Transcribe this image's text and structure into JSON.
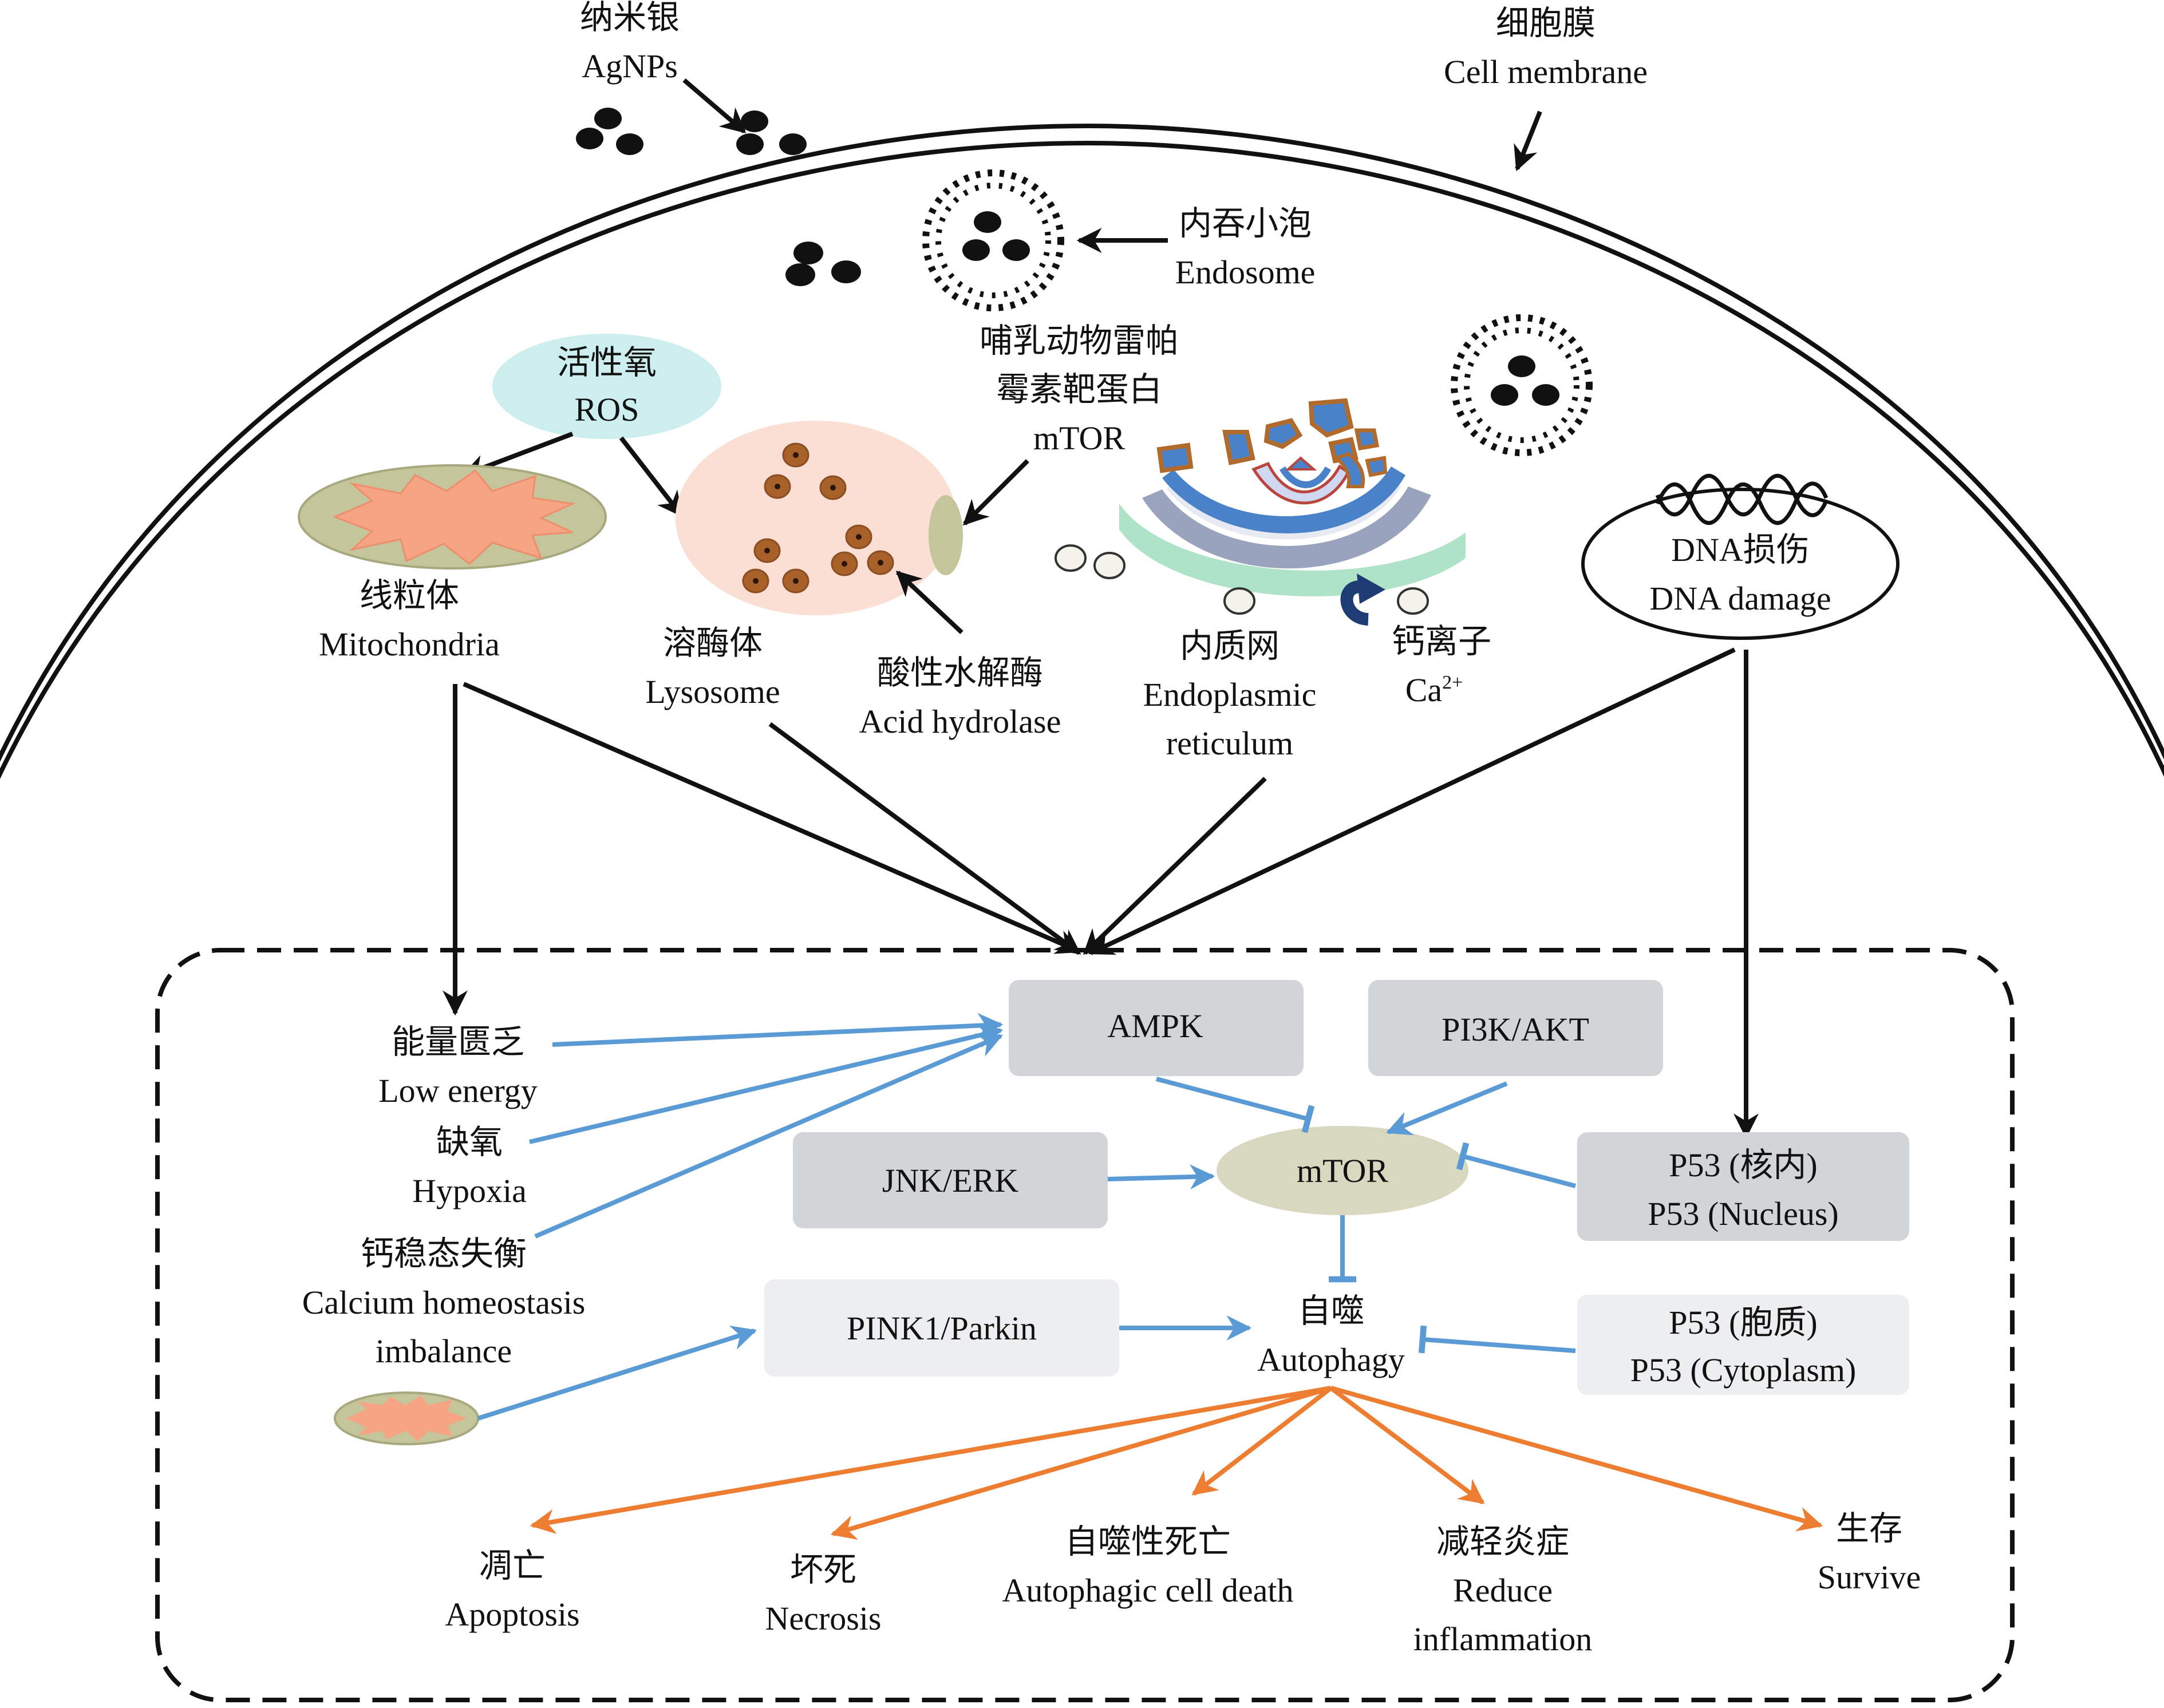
{
  "labels": {
    "agnps_cn": "纳米银",
    "agnps_en": "AgNPs",
    "membrane_cn": "细胞膜",
    "membrane_en": "Cell membrane",
    "endosome_cn": "内吞小泡",
    "endosome_en": "Endosome",
    "mtor_top_cn1": "哺乳动物雷帕",
    "mtor_top_cn2": "霉素靶蛋白",
    "mtor_top_en": "mTOR",
    "ros_cn": "活性氧",
    "ros_en": "ROS",
    "mito_cn": "线粒体",
    "mito_en": "Mitochondria",
    "lyso_cn": "溶酶体",
    "lyso_en": "Lysosome",
    "acid_cn": "酸性水解酶",
    "acid_en": "Acid hydrolase",
    "er_cn": "内质网",
    "er_en1": "Endoplasmic",
    "er_en2": "reticulum",
    "ca_cn": "钙离子",
    "ca_en": "Ca",
    "ca_sup": "2+",
    "dna_cn": "DNA损伤",
    "dna_en": "DNA damage",
    "low_energy_cn": "能量匮乏",
    "low_energy_en": "Low energy",
    "hypoxia_cn": "缺氧",
    "hypoxia_en": "Hypoxia",
    "calcium_cn": "钙稳态失衡",
    "calcium_en1": "Calcium homeostasis",
    "calcium_en2": "imbalance",
    "autophagy_cn": "自噬",
    "autophagy_en": "Autophagy",
    "apoptosis_cn": "凋亡",
    "apoptosis_en": "Apoptosis",
    "necrosis_cn": "坏死",
    "necrosis_en": "Necrosis",
    "acd_cn": "自噬性死亡",
    "acd_en": "Autophagic cell death",
    "inflam_cn": "减轻炎症",
    "inflam_en1": "Reduce",
    "inflam_en2": "inflammation",
    "survive_cn": "生存",
    "survive_en": "Survive"
  },
  "boxes": {
    "ampk": "AMPK",
    "pi3k": "PI3K/AKT",
    "jnk": "JNK/ERK",
    "mtor": "mTOR",
    "p53n_cn": "P53 (核内)",
    "p53n_en": "P53 (Nucleus)",
    "pink": "PINK1/Parkin",
    "p53c_cn": "P53 (胞质)",
    "p53c_en": "P53 (Cytoplasm)"
  },
  "colors": {
    "black_arrow": "#111111",
    "blue_arrow": "#5b9bd5",
    "orange_arrow": "#ed7d31",
    "box_dark": "#d2d5d7",
    "box_light": "#eceeef",
    "mtor_ellipse": "#d8d7bf",
    "ros_fill": "#cdeeee",
    "lysosome_fill": "#fbdfd4",
    "hydrolase_fill": "#a9612a",
    "mito_fill": "#c4c59a",
    "mito_inner": "#f6a584",
    "er_blue": "#4a82c9",
    "er_teal": "#aee3c8",
    "er_brown": "#b06a2b"
  }
}
